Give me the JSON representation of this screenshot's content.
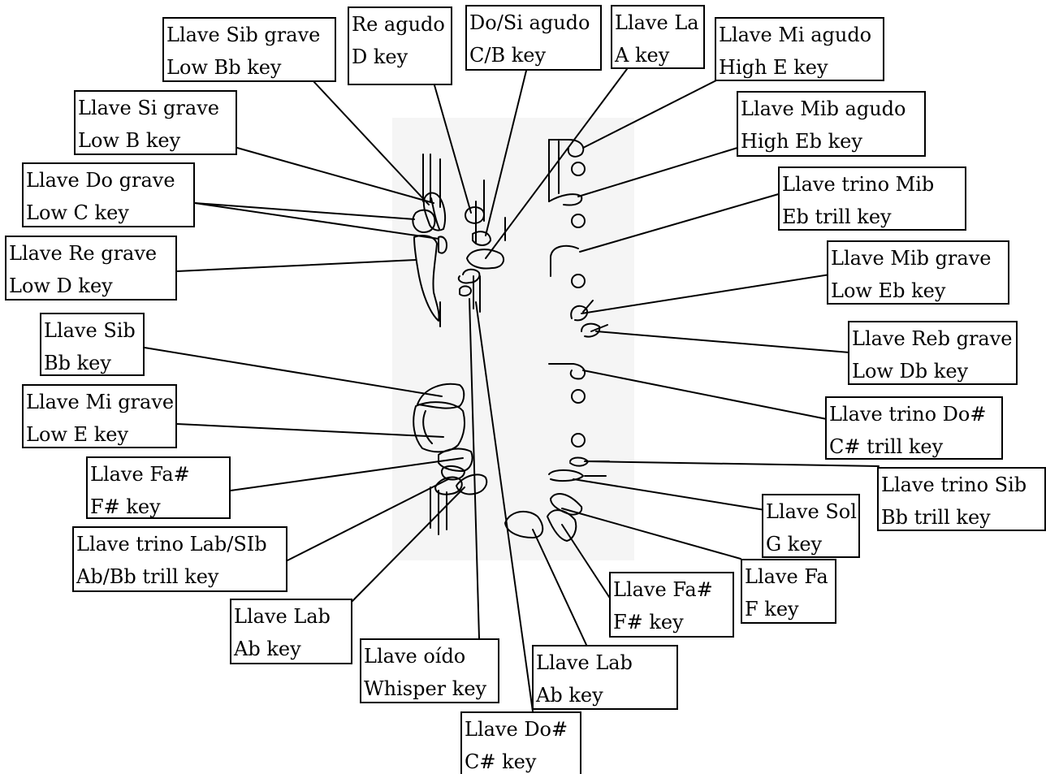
{
  "diagram": {
    "labels": {
      "low_bb_key": {
        "es": "Llave Sib grave",
        "en": "Low Bb key"
      },
      "d_key": {
        "es": "Re agudo",
        "en": "D key"
      },
      "cb_key": {
        "es": "Do/Si agudo",
        "en": "C/B key"
      },
      "a_key": {
        "es": "Llave La",
        "en": "A key"
      },
      "high_e_key": {
        "es": "Llave Mi agudo",
        "en": "High E key"
      },
      "low_b_key": {
        "es": "Llave Si grave",
        "en": "Low B key"
      },
      "high_eb_key": {
        "es": "Llave Mib agudo",
        "en": "High Eb key"
      },
      "low_c_key": {
        "es": "Llave Do grave",
        "en": "Low C key"
      },
      "eb_trill_key": {
        "es": "Llave trino Mib",
        "en": "Eb trill key"
      },
      "low_d_key": {
        "es": "Llave Re grave",
        "en": "Low D key"
      },
      "low_eb_key": {
        "es": "Llave Mib grave",
        "en": "Low Eb key"
      },
      "bb_key": {
        "es": "Llave Sib",
        "en": "Bb key"
      },
      "low_db_key": {
        "es": "Llave Reb grave",
        "en": "Low Db key"
      },
      "low_e_key": {
        "es": "Llave Mi grave",
        "en": "Low E key"
      },
      "cs_trill_key": {
        "es": "Llave trino Do#",
        "en": "C# trill key"
      },
      "fs_key_left": {
        "es": "Llave Fa#",
        "en": "F# key"
      },
      "bb_trill_key": {
        "es": "Llave trino Sib",
        "en": "Bb trill key"
      },
      "abbb_trill_key": {
        "es": "Llave trino Lab/SIb",
        "en": "Ab/Bb trill key"
      },
      "g_key": {
        "es": "Llave Sol",
        "en": "G key"
      },
      "f_key": {
        "es": "Llave Fa",
        "en": "F key"
      },
      "fs_key_right": {
        "es": "Llave Fa#",
        "en": "F# key"
      },
      "ab_key_left": {
        "es": "Llave Lab",
        "en": "Ab key"
      },
      "whisper_key": {
        "es": "Llave oído",
        "en": "Whisper key"
      },
      "ab_key_right": {
        "es": "Llave Lab",
        "en": "Ab key"
      },
      "cs_key": {
        "es": "Llave Do#",
        "en": "C# key"
      }
    }
  }
}
